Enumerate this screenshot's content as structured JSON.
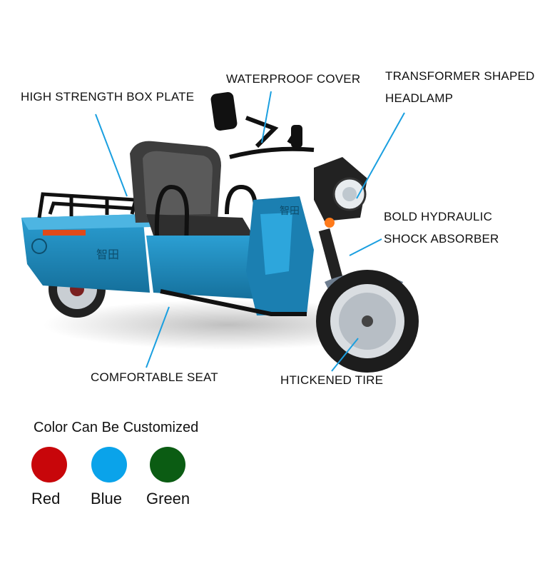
{
  "callouts": {
    "box_plate": "HIGH STRENGTH BOX PLATE",
    "waterproof_cover": "WATERPROOF COVER",
    "headlamp_line1": "TRANSFORMER SHAPED",
    "headlamp_line2": "HEADLAMP",
    "shock_line1": "BOLD HYDRAULIC",
    "shock_line2": "SHOCK ABSORBER",
    "seat": "COMFORTABLE SEAT",
    "tire": "HTICKENED TIRE"
  },
  "vehicle": {
    "body_color": "#1f86b8",
    "panel_text": "智田",
    "side_badge": "智田"
  },
  "accent": {
    "callout_line": "#1a9fe0"
  },
  "colors": {
    "title": "Color Can Be Customized",
    "options": [
      {
        "name": "Red",
        "hex": "#c8060a"
      },
      {
        "name": "Blue",
        "hex": "#0aa3ea"
      },
      {
        "name": "Green",
        "hex": "#0b5c13"
      }
    ]
  }
}
